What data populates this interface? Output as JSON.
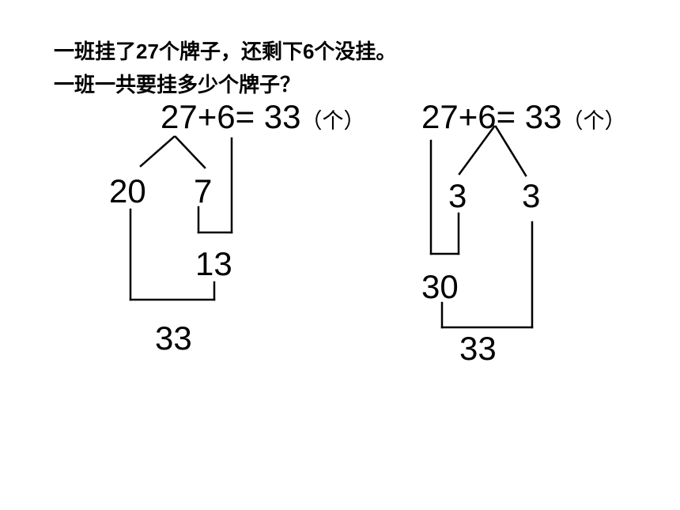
{
  "problem": {
    "line1": {
      "text_a": "一班挂了",
      "num_a": "27",
      "text_b": "个牌子，还剩下",
      "num_b": "6",
      "text_c": "个没挂。"
    },
    "line2": "一班一共要挂多少个牌子？"
  },
  "method_left": {
    "equation": "27+6= 33",
    "unit": "（个）",
    "split_tens": "20",
    "split_ones": "7",
    "partial_sum": "13",
    "total": "33"
  },
  "method_right": {
    "equation": "27+6= 33",
    "unit": "（个）",
    "split_a": "3",
    "split_b": "3",
    "partial_sum": "30",
    "total": "33"
  }
}
